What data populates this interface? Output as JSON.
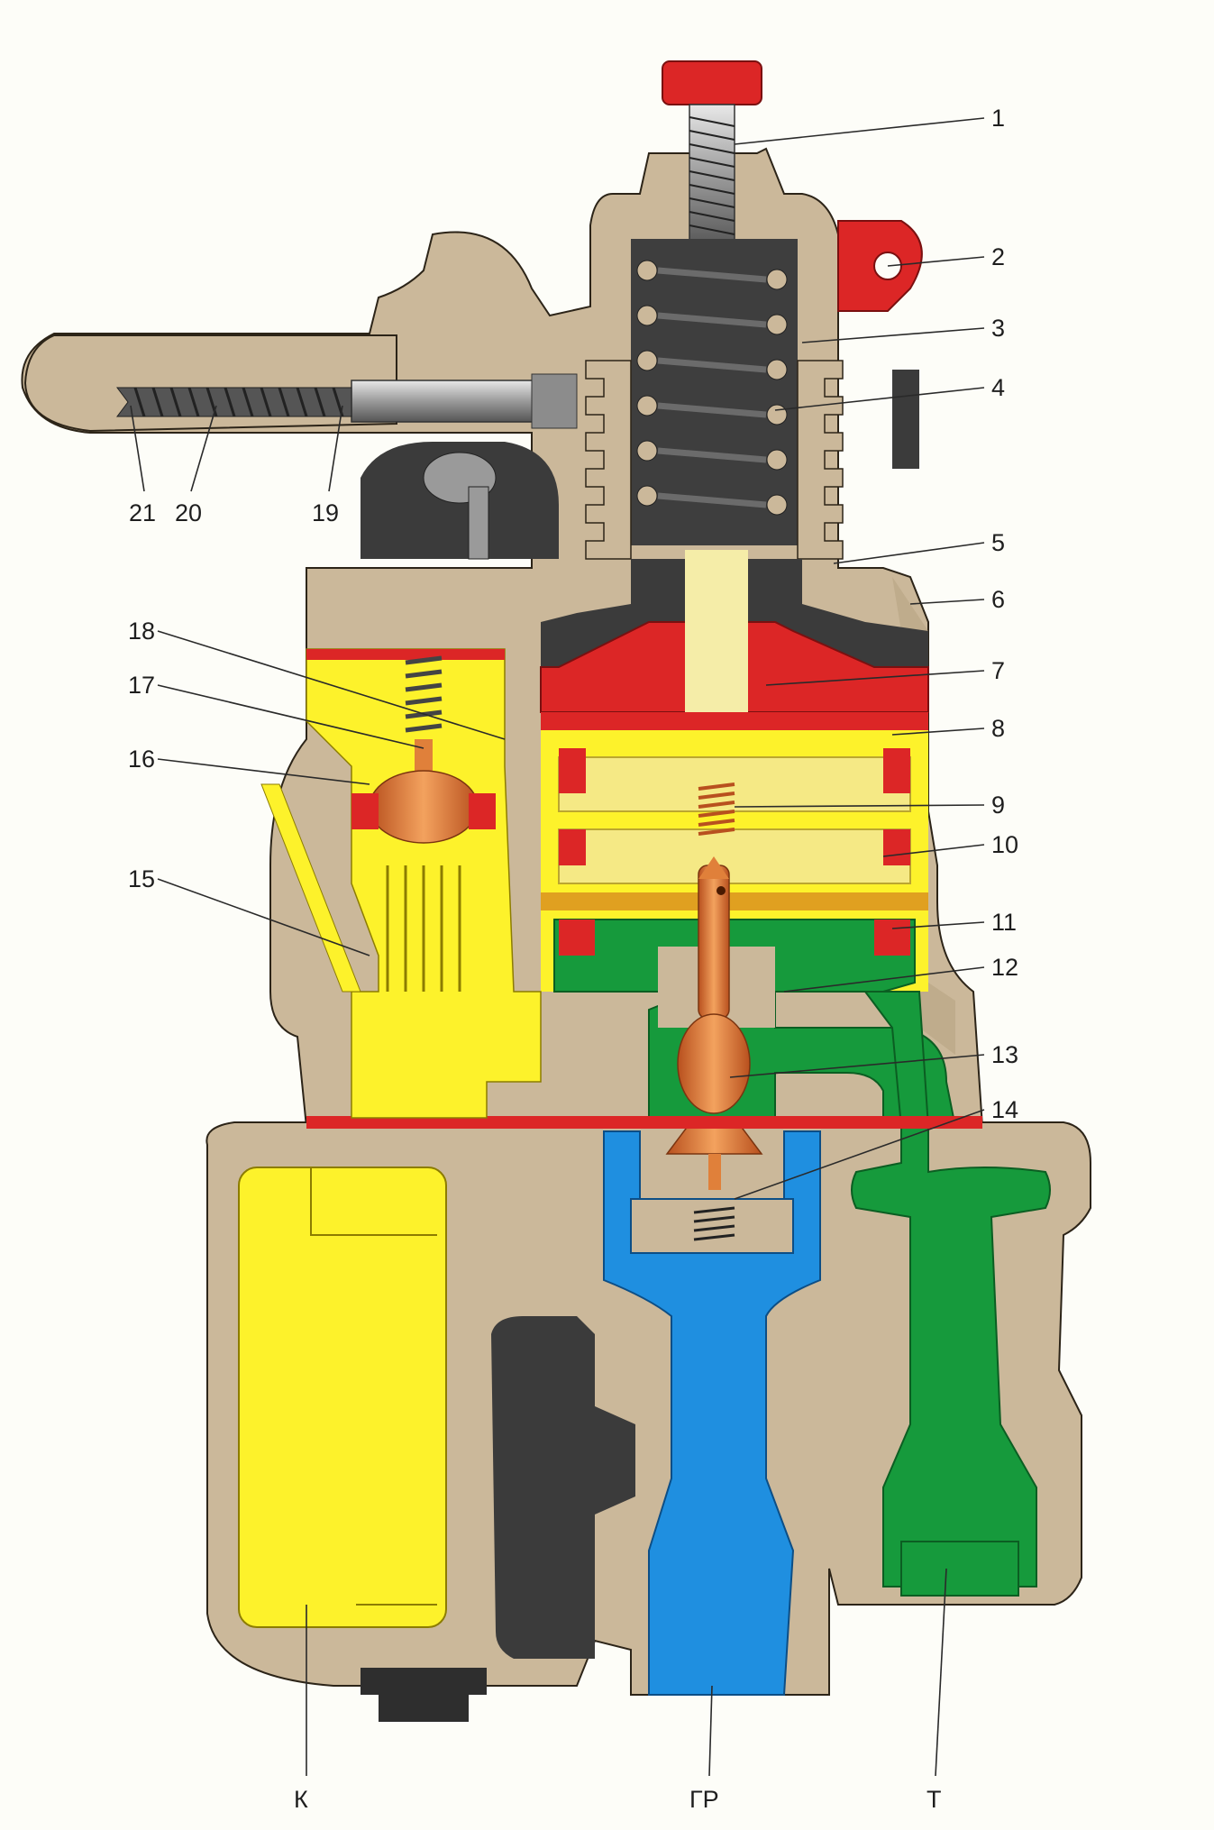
{
  "callouts": {
    "c1": "1",
    "c2": "2",
    "c3": "3",
    "c4": "4",
    "c5": "5",
    "c6": "6",
    "c7": "7",
    "c8": "8",
    "c9": "9",
    "c10": "10",
    "c11": "11",
    "c12": "12",
    "c13": "13",
    "c14": "14",
    "c15": "15",
    "c16": "16",
    "c17": "17",
    "c18": "18",
    "c19": "19",
    "c20": "20",
    "c21": "21"
  },
  "ports": {
    "k": "К",
    "gr": "ГР",
    "t": "Т"
  },
  "colors": {
    "background": "#fdfdf8",
    "body_casting": "#cbb89a",
    "body_shadow": "#b7a381",
    "red_parts": "#dc2626",
    "yellow_chamber": "#fdf22b",
    "blue_channel": "#1f8fe0",
    "green_channel": "#169a3c",
    "copper_valve": "#e0803a",
    "dark_metal": "#3b3b3b",
    "spring_coil": "#4a4a4a"
  }
}
